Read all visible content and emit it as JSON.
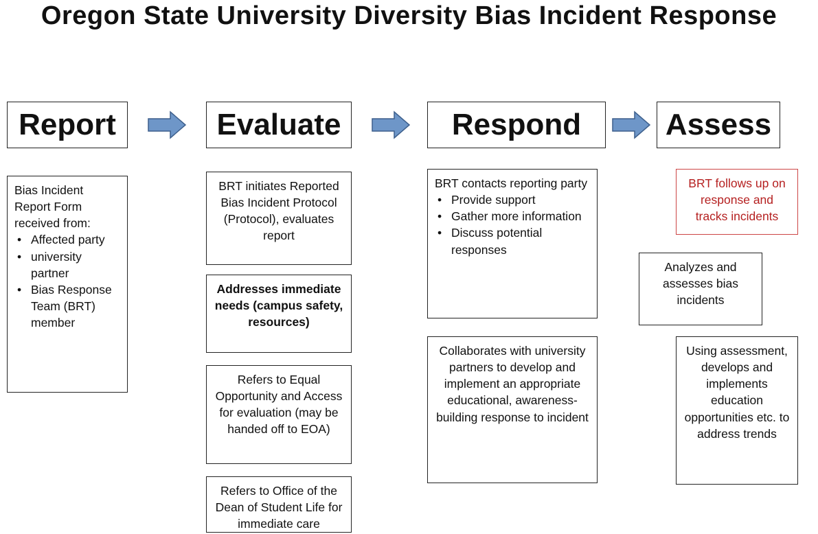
{
  "title": "Oregon State University Diversity Bias Incident Response",
  "stages": {
    "report": "Report",
    "evaluate": "Evaluate",
    "respond": "Respond",
    "assess": "Assess"
  },
  "report_box": {
    "intro": "Bias Incident Report Form received from:",
    "items": [
      "Affected party",
      "university partner",
      "Bias Response Team (BRT) member"
    ]
  },
  "evaluate_boxes": [
    "BRT initiates Reported Bias Incident Protocol (Protocol), evaluates report",
    "Addresses immediate needs (campus safety, resources)",
    "Refers to Equal Opportunity and Access for evaluation (may be handed off to EOA)",
    "Refers to Office of the Dean of Student Life for immediate care"
  ],
  "respond_boxes": {
    "first": {
      "intro": "BRT contacts reporting party",
      "items": [
        "Provide support",
        "Gather more information",
        "Discuss potential responses"
      ]
    },
    "second": "Collaborates with university partners to develop and implement an appropriate educational, awareness-building response to incident"
  },
  "assess_boxes": [
    "BRT follows up on response and tracks incidents",
    "Analyzes and assesses bias incidents",
    "Using assessment, develops and implements education opportunities etc. to address trends"
  ],
  "colors": {
    "arrow_fill": "#6e96c8",
    "arrow_stroke": "#3d5f8c",
    "accent_red": "#b52020"
  }
}
